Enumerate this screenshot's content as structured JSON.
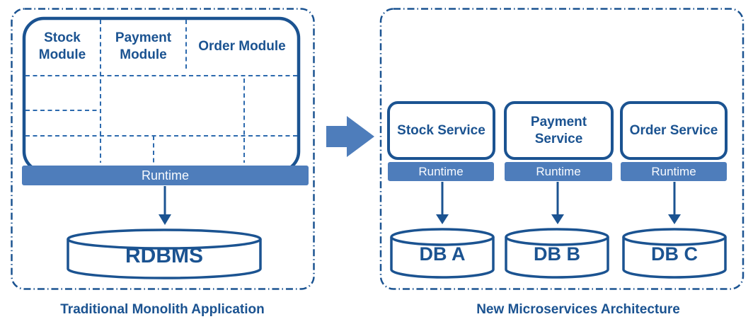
{
  "colors": {
    "primary_dark_blue": "#1B5391",
    "accent_medium_blue": "#4E7DBB",
    "background": "#FFFFFF",
    "bar_text": "#F7FAFE"
  },
  "monolith_panel": {
    "caption": "Traditional Monolith Application",
    "modules": [
      {
        "label": "Stock Module"
      },
      {
        "label": "Payment Module"
      },
      {
        "label": "Order Module"
      }
    ],
    "runtime_label": "Runtime",
    "database_label": "RDBMS"
  },
  "microservices_panel": {
    "caption": "New Microservices Architecture",
    "services": [
      {
        "label": "Stock Service",
        "runtime_label": "Runtime",
        "database_label": "DB A"
      },
      {
        "label": "Payment Service",
        "runtime_label": "Runtime",
        "database_label": "DB B"
      },
      {
        "label": "Order Service",
        "runtime_label": "Runtime",
        "database_label": "DB C"
      }
    ]
  },
  "icons": {
    "transition": "right-block-arrow-icon",
    "db_connection": "down-arrow-icon",
    "database_shape": "cylinder-icon"
  }
}
